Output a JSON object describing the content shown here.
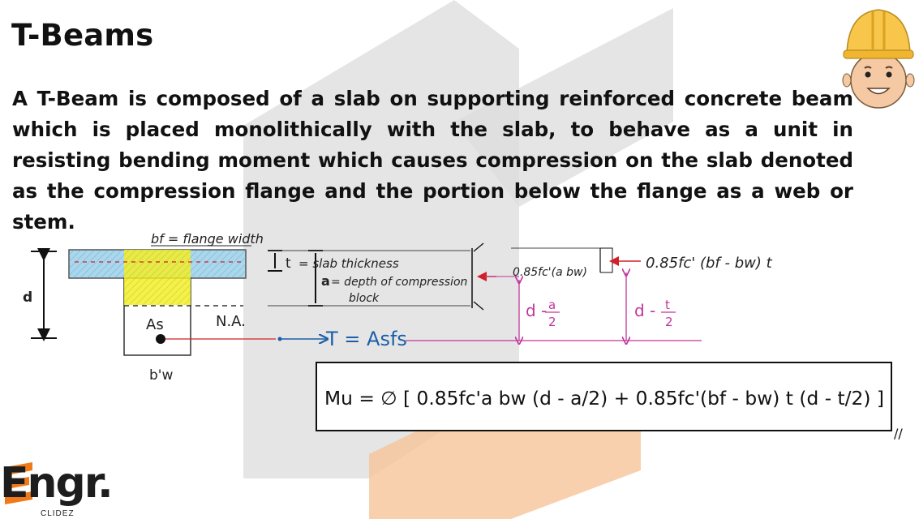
{
  "slide": {
    "title": "T-Beams",
    "paragraph": "A T-Beam is composed of a slab on supporting reinforced concrete beam which is placed monolithically with the slab, to behave as a unit in resisting bending moment which causes compression on the slab denoted as the compression flange and the portion below the flange as a web or stem."
  },
  "diagram": {
    "bf_label": "bf = flange width",
    "d_label": "d",
    "as_label": "As",
    "na_label": "N.A.",
    "bw_label": "b'w",
    "t_label": "t",
    "t_eq": "= slab thickness",
    "a_label": "a",
    "a_eq": "= depth of compression",
    "a_eq2": "block",
    "tension_label": "T = Asfs",
    "force_web": "0.85fc'(a bw)",
    "force_flange": "0.85fc' (bf - bw) t",
    "arm_web_top": "d -",
    "arm_web_num": "a",
    "arm_web_den": "2",
    "arm_flange_top": "d -",
    "arm_flange_num": "t",
    "arm_flange_den": "2",
    "formula": "Mu = ∅ [ 0.85fc'a bw (d - a/2) + 0.85fc'(bf - bw) t (d - t/2) ]",
    "formula_tail": "//"
  },
  "branding": {
    "logo_text": "Engr.",
    "logo_sub": "CLIDEZ"
  },
  "colors": {
    "watermark_gray": "#d9d9d9",
    "watermark_orange": "#f6c49a",
    "flange_blue": "#a9d8ee",
    "compression_yellow": "#f2ee2c",
    "tension_red": "#d0202a",
    "tension_blue": "#1c5fa8",
    "arm_magenta": "#c0379a"
  }
}
